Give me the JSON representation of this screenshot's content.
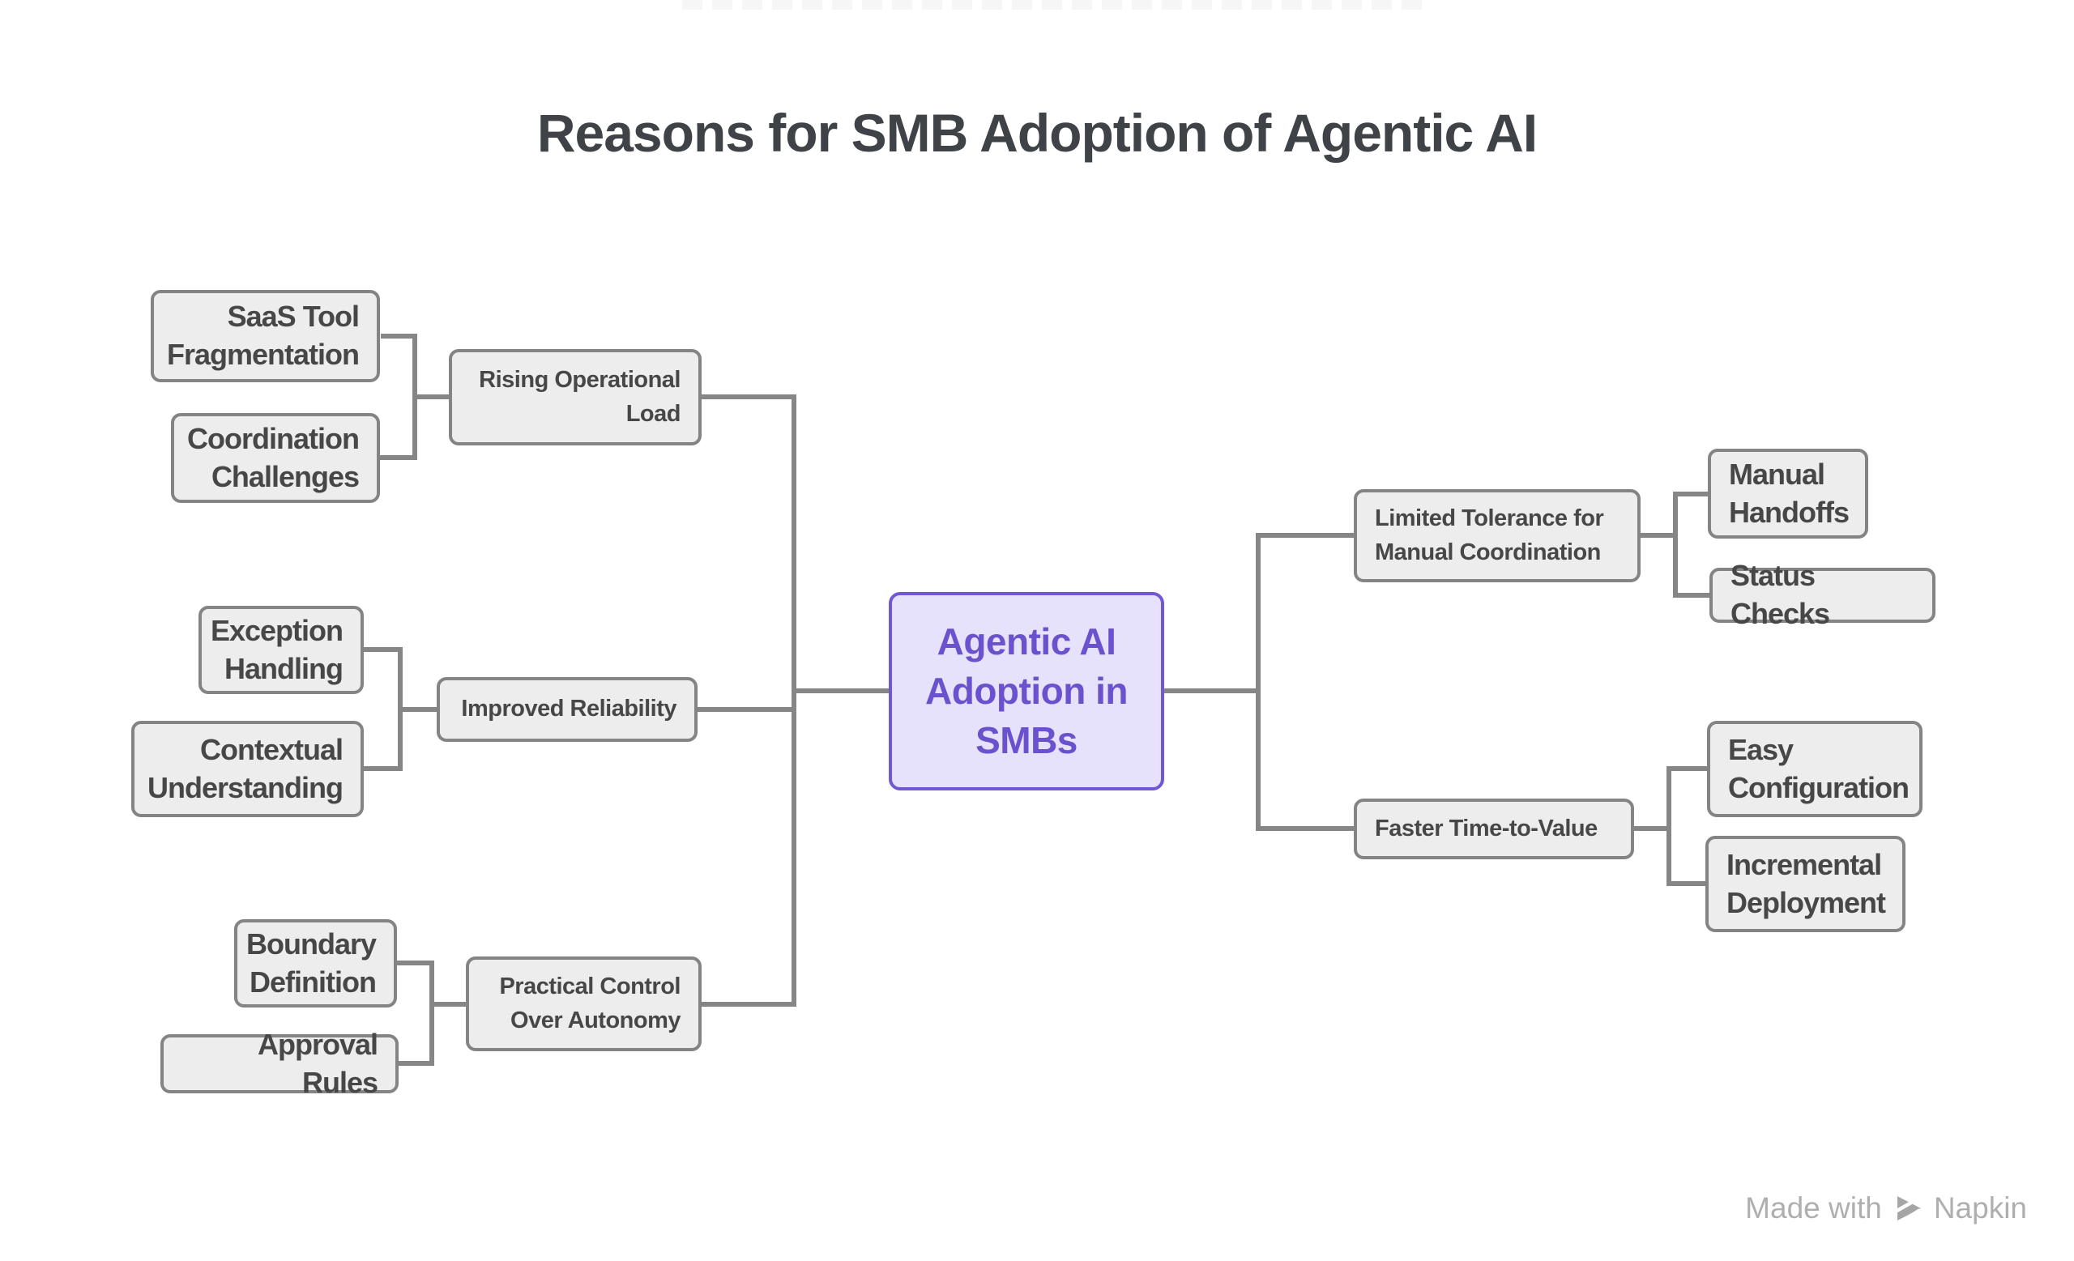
{
  "title": "Reasons for SMB Adoption of Agentic AI",
  "colors": {
    "bg": "#ffffff",
    "node_fill": "#ededed",
    "node_border": "#848484",
    "node_text": "#474747",
    "center_fill": "#e7e2fb",
    "center_border": "#7157d1",
    "center_text": "#6a52ce",
    "connector": "#868686",
    "title_color": "#3f4347",
    "watermark_text": "#afafaf",
    "watermark_logo": "#a5a5a5"
  },
  "nodes": {
    "center": {
      "label": "Agentic AI\nAdoption in\nSMBs"
    },
    "rising": {
      "label": "Rising Operational\nLoad"
    },
    "saas": {
      "label": "SaaS Tool\nFragmentation"
    },
    "coordination": {
      "label": "Coordination\nChallenges"
    },
    "improved": {
      "label": "Improved Reliability"
    },
    "exception": {
      "label": "Exception\nHandling"
    },
    "contextual": {
      "label": "Contextual\nUnderstanding"
    },
    "practical": {
      "label": "Practical Control\nOver Autonomy"
    },
    "boundary": {
      "label": "Boundary\nDefinition"
    },
    "approval": {
      "label": "Approval Rules"
    },
    "limited": {
      "label": "Limited Tolerance for\nManual Coordination"
    },
    "manual": {
      "label": "Manual\nHandoffs"
    },
    "status": {
      "label": "Status Checks"
    },
    "faster": {
      "label": "Faster Time-to-Value"
    },
    "easy": {
      "label": "Easy\nConfiguration"
    },
    "incremental": {
      "label": "Incremental\nDeployment"
    }
  },
  "structure": {
    "root": "Agentic AI Adoption in SMBs",
    "branches": [
      {
        "label": "Rising Operational Load",
        "side": "left",
        "children": [
          "SaaS Tool Fragmentation",
          "Coordination Challenges"
        ]
      },
      {
        "label": "Improved Reliability",
        "side": "left",
        "children": [
          "Exception Handling",
          "Contextual Understanding"
        ]
      },
      {
        "label": "Practical Control Over Autonomy",
        "side": "left",
        "children": [
          "Boundary Definition",
          "Approval Rules"
        ]
      },
      {
        "label": "Limited Tolerance for Manual Coordination",
        "side": "right",
        "children": [
          "Manual Handoffs",
          "Status Checks"
        ]
      },
      {
        "label": "Faster Time-to-Value",
        "side": "right",
        "children": [
          "Easy Configuration",
          "Incremental Deployment"
        ]
      }
    ]
  },
  "watermark": {
    "prefix": "Made with",
    "brand": "Napkin"
  }
}
